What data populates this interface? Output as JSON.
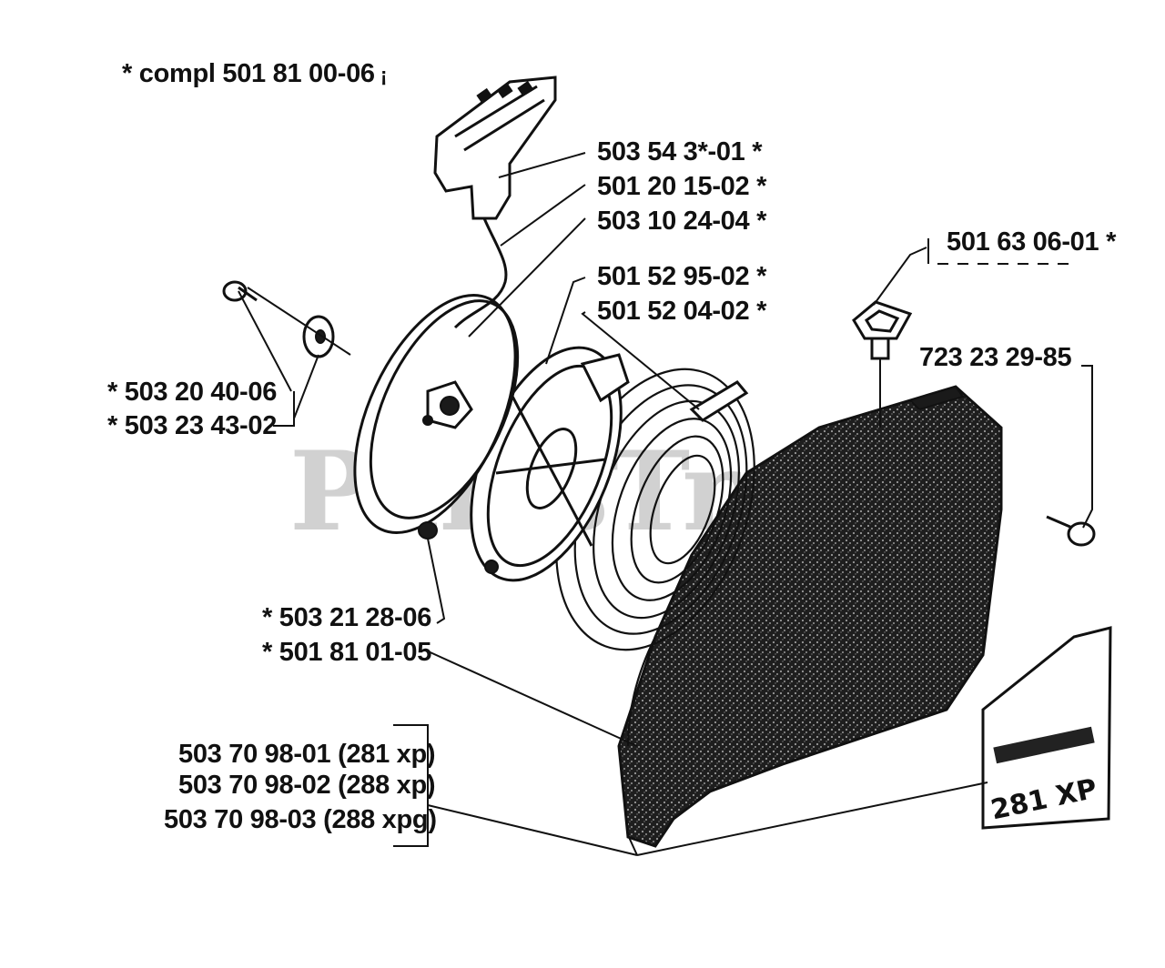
{
  "watermark": "PartsTree",
  "callouts": {
    "compl": "*  compl 501 81 00-06",
    "handle": "503 54 3*-01  *",
    "rope": "501 20 15-02  *",
    "pulley": "503 10 24-04  *",
    "pawl": "501 52 95-02  *",
    "spring": "501 52 04-02  *",
    "cap": "501 63 06-01  *",
    "screw_cover": "723 23 29-85",
    "screw_left": "*  503 20 40-06",
    "washer_left": "*  503 23 43-02",
    "nut": "*  503 21 28-06",
    "housing": "*  501 81 01-05",
    "decal_281": "503 70 98-01 (281 xp)",
    "decal_288": "503 70 98-02 (288 xp)",
    "decal_288g": "503 70 98-03 (288 xpg)"
  },
  "decal_text": "281 XP"
}
